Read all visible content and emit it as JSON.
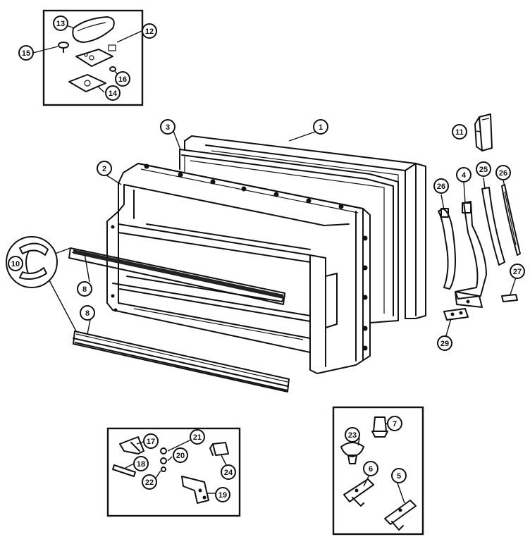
{
  "callouts": {
    "c1": "1",
    "c2": "2",
    "c3": "3",
    "c4": "4",
    "c5": "5",
    "c6": "6",
    "c7": "7",
    "c8a": "8",
    "c8b": "8",
    "c10": "10",
    "c11": "11",
    "c12": "12",
    "c13": "13",
    "c14": "14",
    "c15": "15",
    "c16": "16",
    "c17": "17",
    "c18": "18",
    "c19": "19",
    "c20": "20",
    "c21": "21",
    "c22": "22",
    "c23": "23",
    "c24": "24",
    "c25": "25",
    "c26a": "26",
    "c26b": "26",
    "c27": "27",
    "c29": "29"
  },
  "colors": {
    "ink": "#111111",
    "paper": "#ffffff"
  }
}
